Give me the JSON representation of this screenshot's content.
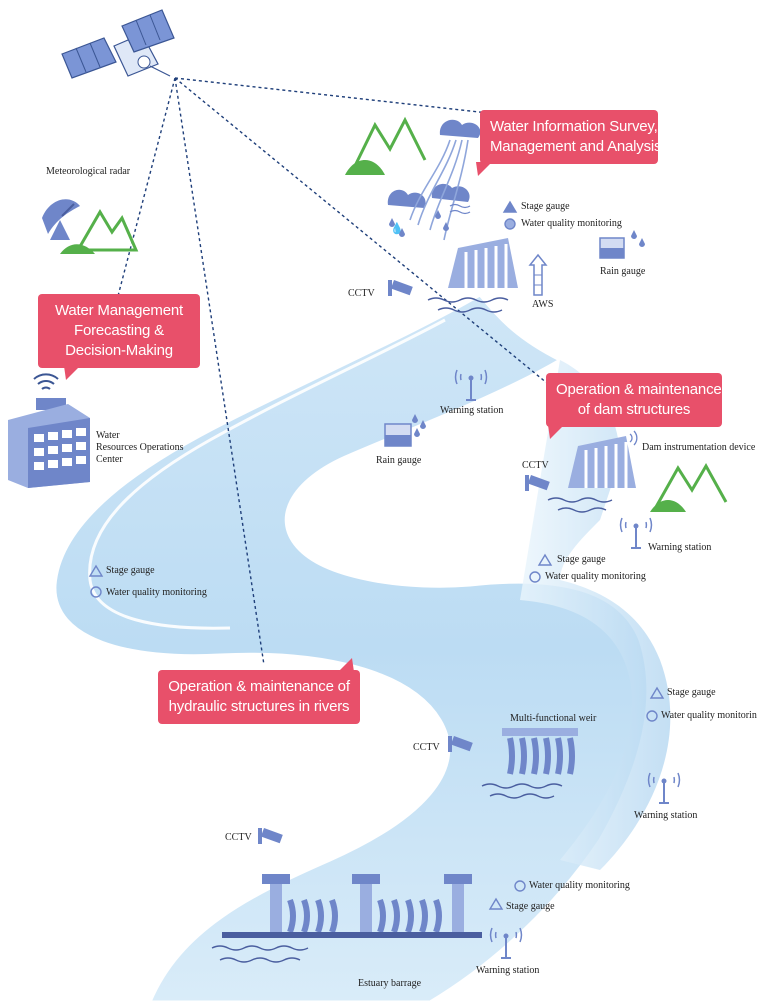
{
  "callouts": {
    "water_info": [
      "Water Information Survey,",
      "Management and Analysis"
    ],
    "water_mgmt": [
      "Water Management",
      "Forecasting &",
      "Decision-Making"
    ],
    "dam_ops": [
      "Operation & maintenance",
      "of dam structures"
    ],
    "hydraulic_ops": [
      "Operation & maintenance of",
      "hydraulic structures in rivers"
    ]
  },
  "labels": {
    "meteorological_radar": "Meteorological radar",
    "stage_gauge_top": "Stage gauge",
    "water_quality_top": "Water quality monitoring",
    "rain_gauge_right": "Rain gauge",
    "cctv_top": "CCTV",
    "aws": "AWS",
    "warning_station_mid": "Warning station",
    "rain_gauge_mid": "Rain gauge",
    "center": [
      "Water",
      "Resources Operations",
      "Center"
    ],
    "cctv_dam": "CCTV",
    "dam_instrumentation": "Dam instrumentation device",
    "warning_station_dam": "Warning station",
    "stage_gauge_dam": "Stage gauge",
    "water_quality_dam": "Water quality monitoring",
    "stage_gauge_left": "Stage gauge",
    "water_quality_left": "Water quality monitoring",
    "stage_gauge_weir": "Stage gauge",
    "water_quality_weir": "Water quality monitoring",
    "multi_functional_weir": "Multi-functional weir",
    "cctv_weir": "CCTV",
    "warning_station_weir": "Warning station",
    "cctv_low": "CCTV",
    "water_quality_bottom": "Water quality monitoring",
    "stage_gauge_bottom": "Stage gauge",
    "warning_station_bottom": "Warning station",
    "estuary_barrage": "Estuary barrage"
  },
  "colors": {
    "callout": "#e8506a",
    "river_dark": "#9cc9ea",
    "river_light": "#e3f1fb",
    "icon_blue": "#6f86c9",
    "mountain_green": "#55b04a",
    "dotted_line": "#1f3f7a"
  }
}
